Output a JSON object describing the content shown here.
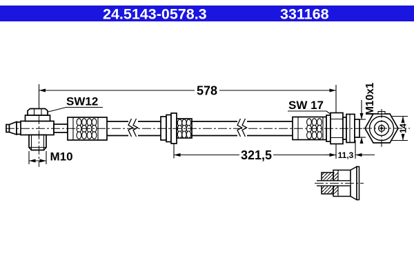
{
  "header": {
    "part_number": "24.5143-0578.3",
    "catalog_number": "331168",
    "bg_color": "#1b15e0",
    "text_color": "#ffffff"
  },
  "drawing": {
    "dimensions": {
      "total_length": "578",
      "free_length": "321,5",
      "thread_length": "11,3",
      "end_diameter": "14"
    },
    "labels": {
      "banjo_hex": "SW12",
      "banjo_thread": "M10",
      "fitting_hex": "SW 17",
      "fitting_thread": "M10x1"
    },
    "colors": {
      "line": "#000000",
      "background": "#ffffff"
    }
  }
}
